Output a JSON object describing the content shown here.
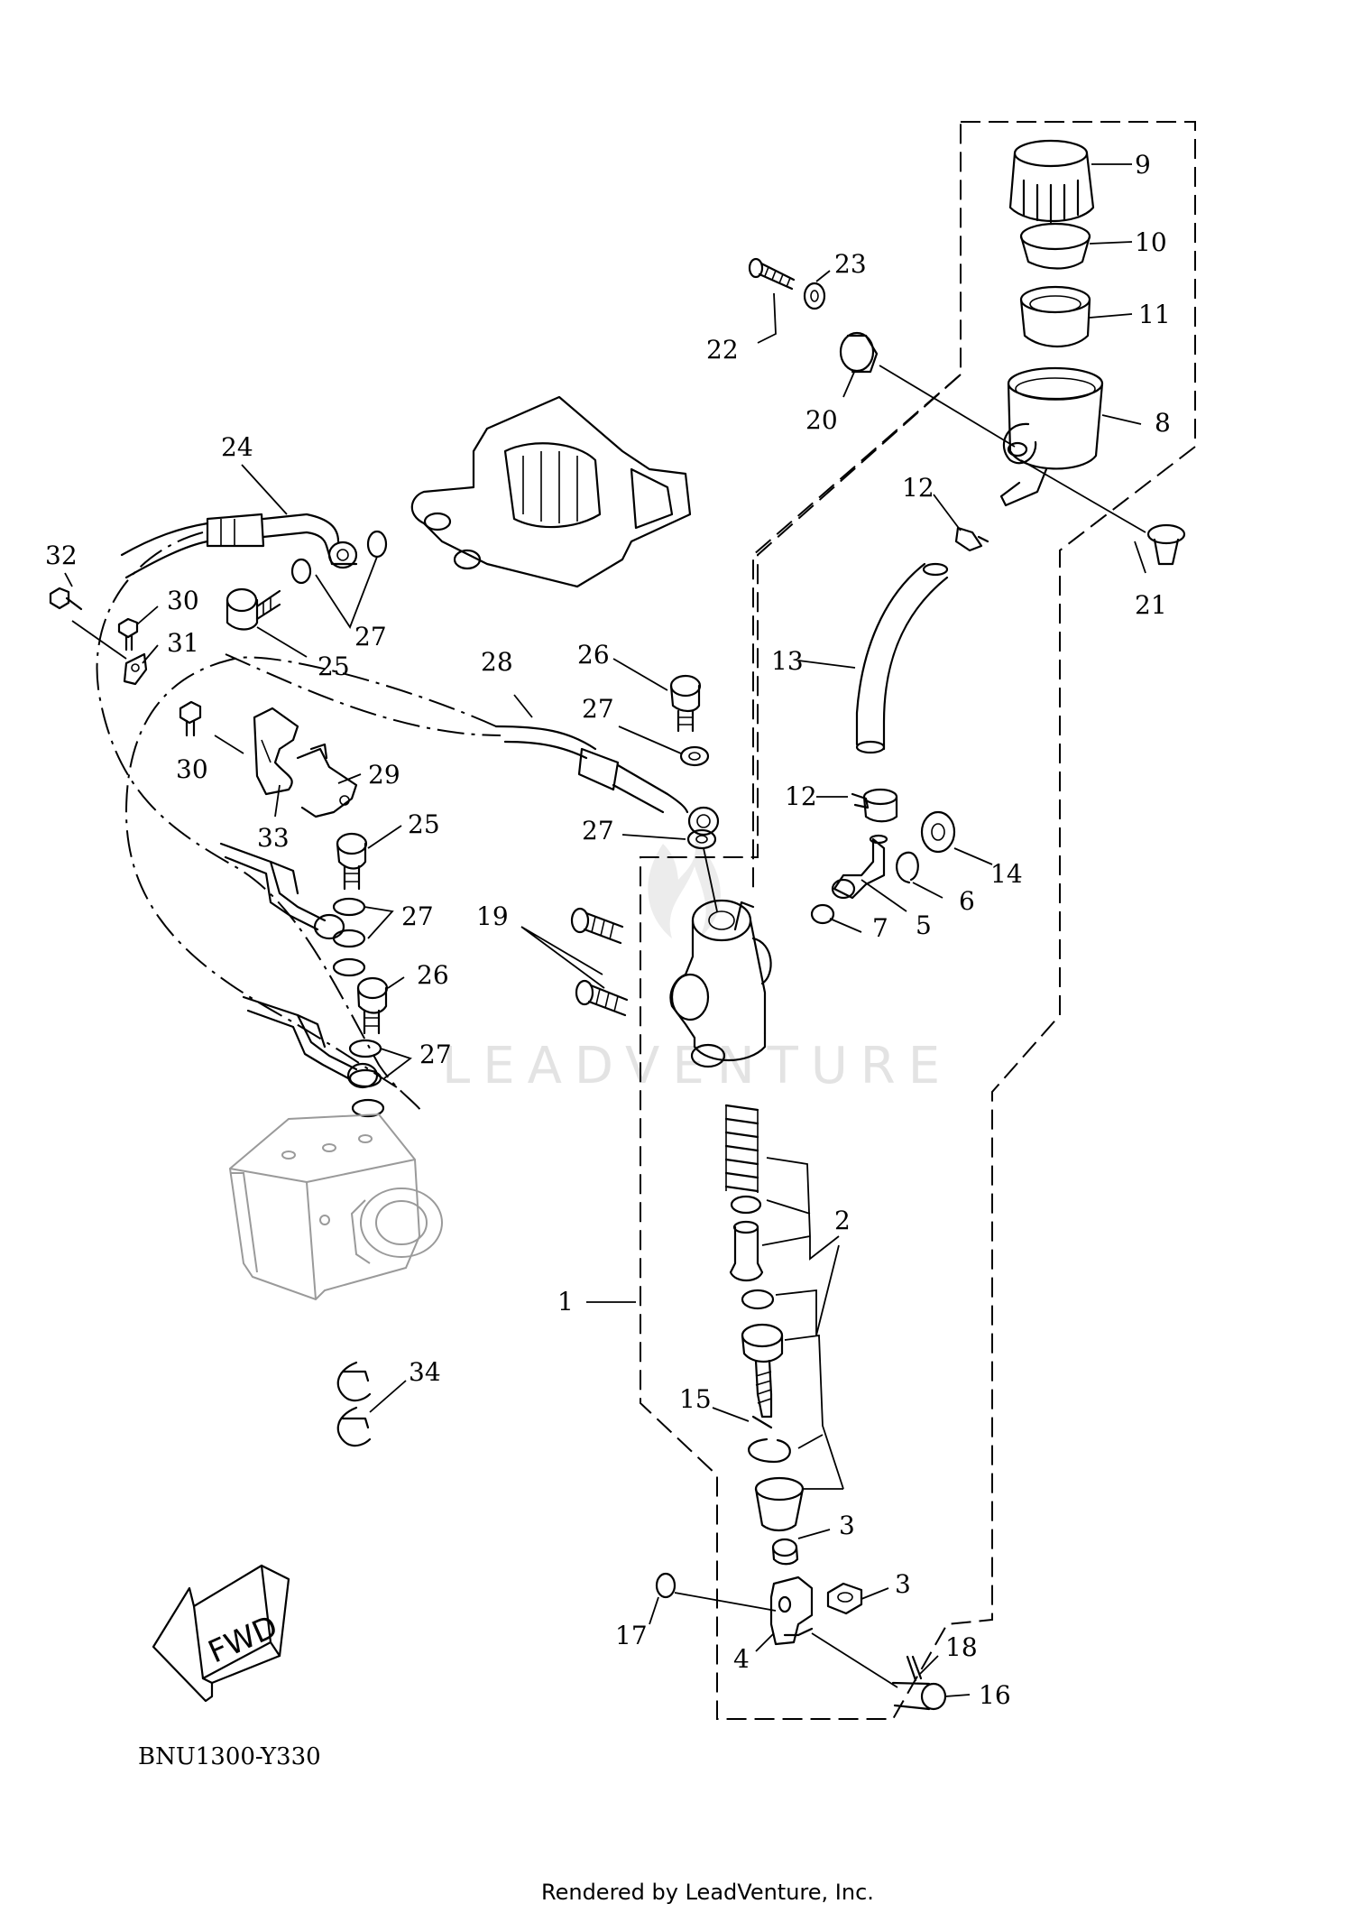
{
  "diagram": {
    "code": "BNU1300-Y330",
    "footer": "Rendered by LeadVenture, Inc.",
    "watermark": "LEADVENTURE",
    "fwd_label": "FWD",
    "callouts": {
      "c1": "1",
      "c2": "2",
      "c3a": "3",
      "c3b": "3",
      "c4": "4",
      "c5": "5",
      "c6": "6",
      "c7": "7",
      "c8": "8",
      "c9": "9",
      "c10": "10",
      "c11": "11",
      "c12a": "12",
      "c12b": "12",
      "c13": "13",
      "c14": "14",
      "c15": "15",
      "c16": "16",
      "c17": "17",
      "c18": "18",
      "c19": "19",
      "c20": "20",
      "c21": "21",
      "c22": "22",
      "c23": "23",
      "c24": "24",
      "c25a": "25",
      "c25b": "25",
      "c26a": "26",
      "c26b": "26",
      "c27a": "27",
      "c27b": "27",
      "c27c": "27",
      "c27d": "27",
      "c27e": "27",
      "c28": "28",
      "c29": "29",
      "c30a": "30",
      "c30b": "30",
      "c31": "31",
      "c32": "32",
      "c33": "33",
      "c34": "34"
    }
  }
}
